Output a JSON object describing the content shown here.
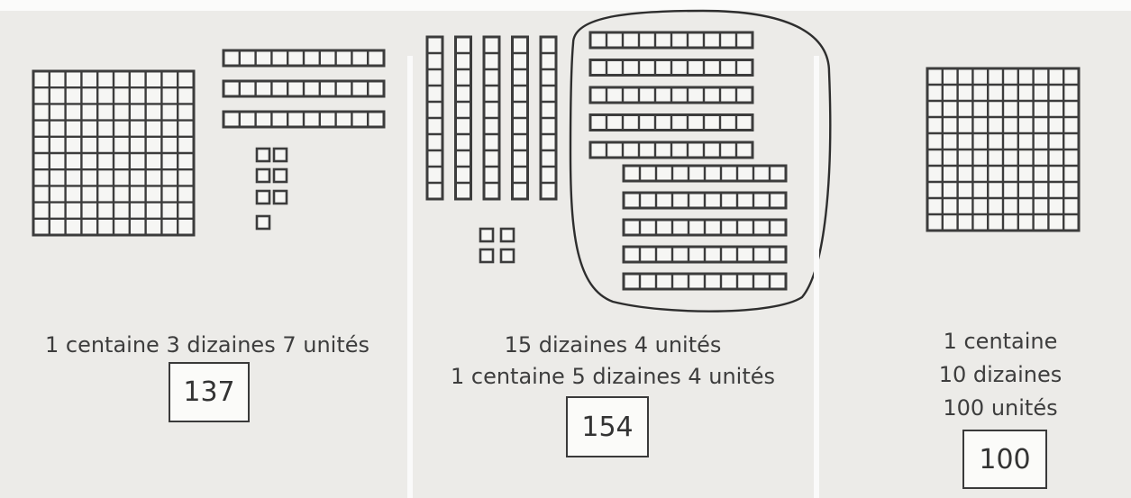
{
  "colors": {
    "paper": "#ecebe8",
    "block_stroke": "#3c3c3c",
    "block_fill": "#f6f6f4",
    "divider": "#fafafa"
  },
  "panels": [
    {
      "id": "left",
      "blocks": {
        "hundreds": 1,
        "tens_horizontal": 3,
        "units": 7
      },
      "lines": [
        "1 centaine 3 dizaines 7 unités"
      ],
      "answer": "137"
    },
    {
      "id": "middle",
      "blocks": {
        "tens_vertical": 5,
        "tens_horizontal": 10,
        "units": 4,
        "grouped_tens": 10
      },
      "lines": [
        "15 dizaines 4 unités",
        "1 centaine 5 dizaines 4 unités"
      ],
      "answer": "154"
    },
    {
      "id": "right",
      "blocks": {
        "hundreds": 1
      },
      "lines": [
        "1 centaine",
        "10 dizaines",
        "100 unités"
      ],
      "answer": "100"
    }
  ]
}
